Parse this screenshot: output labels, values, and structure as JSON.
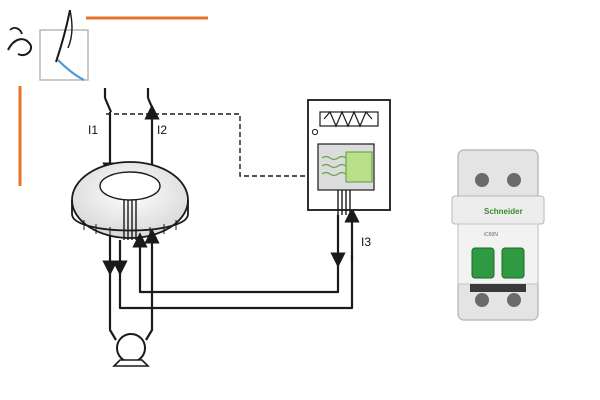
{
  "colors": {
    "accent": "#e8742c",
    "sensing_green": "#b8e08a",
    "breaker_body": "#e4e4e4",
    "breaker_toggle": "#2f9a42",
    "brand_green": "#3c8a2e"
  },
  "labels": {
    "i1": "I1",
    "i2": "I2",
    "i3": "I3"
  },
  "breaker": {
    "brand": "Schneider",
    "model": "iC60N"
  }
}
